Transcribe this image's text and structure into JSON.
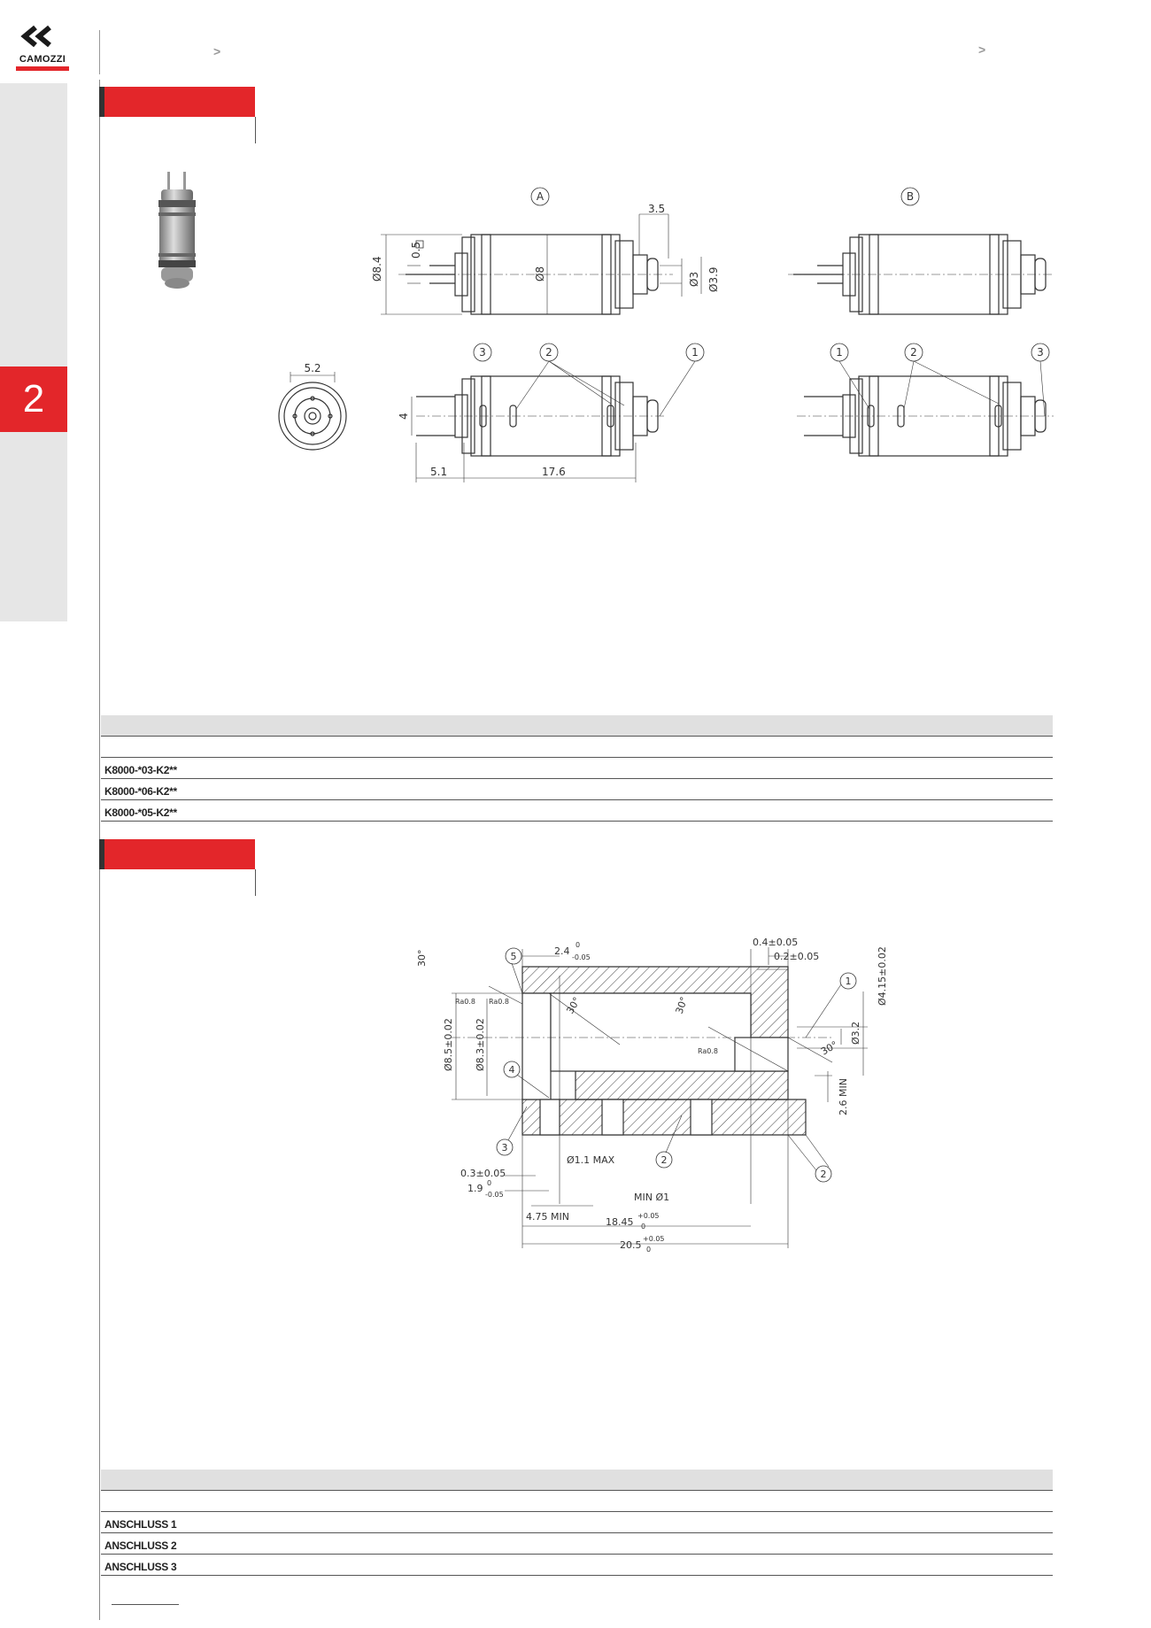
{
  "brand": {
    "name": "CAMOZZI",
    "accent": "#e3262a"
  },
  "sidebar": {
    "tab_number": "2"
  },
  "section1": {
    "views": [
      "A",
      "B"
    ],
    "dims": {
      "d_3_5": "3.5",
      "d_05": "0.5",
      "d_84": "Ø8.4",
      "d_8": "Ø8",
      "d_3": "Ø3",
      "d_39": "Ø3.9",
      "d_52": "5.2",
      "d_4": "4",
      "d_51": "5.1",
      "d_176": "17.6"
    },
    "callouts": [
      "1",
      "2",
      "3"
    ],
    "table": {
      "rows": [
        "K8000-*03-K2**",
        "K8000-*06-K2**",
        "K8000-*05-K2**"
      ]
    }
  },
  "section2": {
    "dims": {
      "angle": "30°",
      "t24": "2.4",
      "t24_tol": "-0.05",
      "t24_tol0": "0",
      "t04": "0.4±0.05",
      "t02": "0.2±0.05",
      "d415": "Ø4.15±0.02",
      "d85": "Ø8.5±0.02",
      "d83": "Ø8.3±0.02",
      "d32": "Ø3.2",
      "min26": "2.6 MIN",
      "ra": "Ra0.8",
      "t03": "0.3±0.05",
      "t19": "1.9",
      "t19_tol0": "0",
      "t19_tol": "-0.05",
      "d11": "Ø1.1 MAX",
      "min1": "MIN  Ø1",
      "m475": "4.75 MIN",
      "t1845": "18.45",
      "t1845_tol": "+0.05",
      "t1845_tol0": "0",
      "t205": "20.5",
      "t205_tol": "+0.05",
      "t205_tol0": "0"
    },
    "callouts": [
      "1",
      "2",
      "3",
      "4",
      "5"
    ],
    "table": {
      "rows": [
        "ANSCHLUSS 1",
        "ANSCHLUSS 2",
        "ANSCHLUSS 3"
      ]
    }
  }
}
